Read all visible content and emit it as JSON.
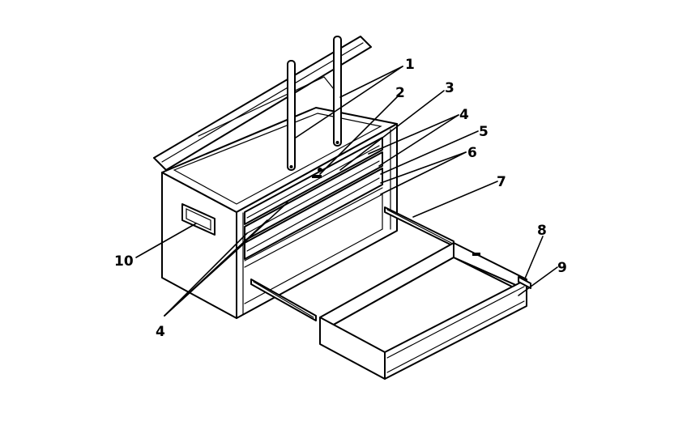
{
  "callouts": [
    {
      "id": "c1",
      "text": "1"
    },
    {
      "id": "c2",
      "text": "2"
    },
    {
      "id": "c3",
      "text": "3"
    },
    {
      "id": "c4a",
      "text": "4"
    },
    {
      "id": "c5",
      "text": "5"
    },
    {
      "id": "c6",
      "text": "6"
    },
    {
      "id": "c7",
      "text": "7"
    },
    {
      "id": "c8",
      "text": "8"
    },
    {
      "id": "c9",
      "text": "9"
    },
    {
      "id": "c10",
      "text": "10"
    },
    {
      "id": "c4b",
      "text": "4"
    }
  ]
}
